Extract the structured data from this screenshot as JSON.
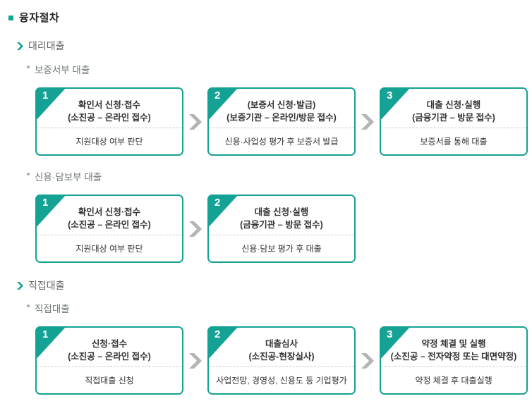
{
  "colors": {
    "accent": "#14a294",
    "arrow": "#b4b4b4",
    "divider": "#c9c9c9"
  },
  "flow": {
    "title": "융자절차",
    "sections": [
      {
        "label": "대리대출",
        "subsections": [
          {
            "label": "보증서부 대출",
            "steps": [
              {
                "num": "1",
                "line1": "확인서 신청·접수",
                "line2": "(소진공 – 온라인 접수)",
                "desc": "지원대상 여부 판단"
              },
              {
                "num": "2",
                "line1": "(보증서 신청·발급)",
                "line2": "(보증기관 – 온라인/방문 접수)",
                "desc": "신용·사업성 평가 후 보증서 발급"
              },
              {
                "num": "3",
                "line1": "대출 신청·실행",
                "line2": "(금융기관 – 방문 접수)",
                "desc": "보증서를 통해 대출"
              }
            ]
          },
          {
            "label": "신용·담보부 대출",
            "steps": [
              {
                "num": "1",
                "line1": "확인서 신청·접수",
                "line2": "(소진공 – 온라인 접수)",
                "desc": "지원대상 여부 판단"
              },
              {
                "num": "2",
                "line1": "대출 신청·실행",
                "line2": "(금융기관 – 방문 접수)",
                "desc": "신용·담보 평가 후 대출"
              }
            ]
          }
        ]
      },
      {
        "label": "직접대출",
        "subsections": [
          {
            "label": "직접대출",
            "steps": [
              {
                "num": "1",
                "line1": "신청·접수",
                "line2": "(소진공 – 온라인 접수)",
                "desc": "직접대출 신청"
              },
              {
                "num": "2",
                "line1": "대출심사",
                "line2": "(소진공-현장실사)",
                "desc": "사업전망, 경영성, 신용도 등 기업평가"
              },
              {
                "num": "3",
                "line1": "약정 체결 및 실행",
                "line2": "(소진공 – 전자약정 또는 대면약정)",
                "desc": "약정 체결 후 대출실행"
              }
            ]
          }
        ]
      }
    ]
  }
}
